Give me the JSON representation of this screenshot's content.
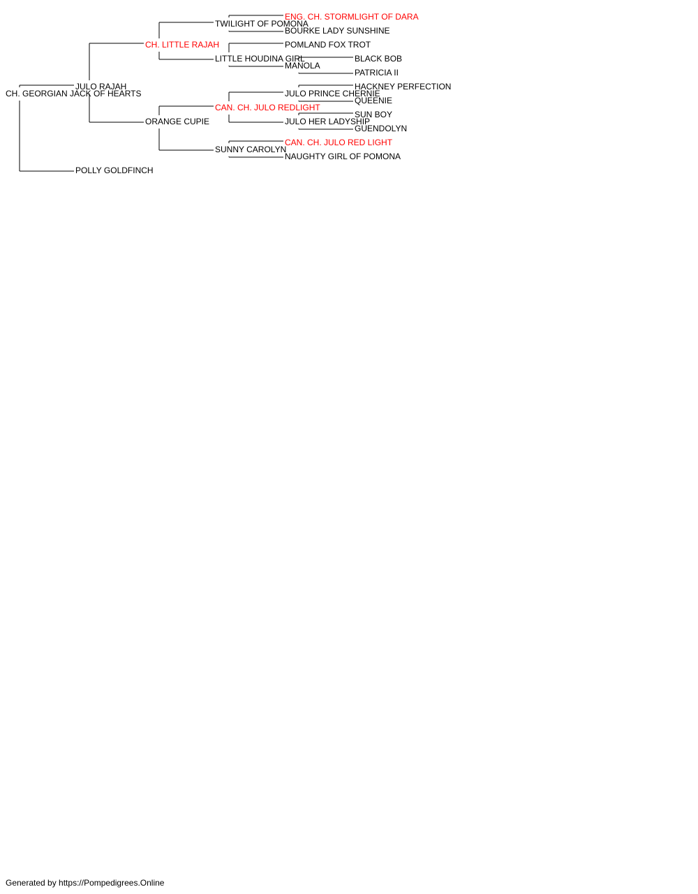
{
  "colors": {
    "champion": "#ff0000",
    "normal": "#000000",
    "line": "#000000"
  },
  "pedigree": {
    "name": "CH. GEORGIAN JACK OF HEARTS",
    "champion": false,
    "sire": {
      "name": "JULO RAJAH",
      "champion": false,
      "sire": {
        "name": "CH. LITTLE RAJAH",
        "champion": true,
        "sire": {
          "name": "TWILIGHT OF POMONA",
          "champion": false,
          "sire": {
            "name": "ENG. CH. STORMLIGHT OF DARA",
            "champion": true
          },
          "dam": {
            "name": "BOURKE LADY SUNSHINE",
            "champion": false
          }
        },
        "dam": {
          "name": "LITTLE HOUDINA GIRL",
          "champion": false,
          "sire": {
            "name": "POMLAND FOX TROT",
            "champion": false
          },
          "dam": {
            "name": "MANOLA",
            "champion": false,
            "sire": {
              "name": "BLACK BOB",
              "champion": false
            },
            "dam": {
              "name": "PATRICIA II",
              "champion": false
            }
          }
        }
      },
      "dam": {
        "name": "ORANGE CUPIE",
        "champion": false,
        "sire": {
          "name": "CAN. CH. JULO REDLIGHT",
          "champion": true,
          "sire": {
            "name": "JULO PRINCE CHERNIE",
            "champion": false,
            "sire": {
              "name": "HACKNEY PERFECTION",
              "champion": false
            },
            "dam": {
              "name": "QUEENIE",
              "champion": false
            }
          },
          "dam": {
            "name": "JULO HER LADYSHIP",
            "champion": false,
            "sire": {
              "name": "SUN BOY",
              "champion": false
            },
            "dam": {
              "name": "GUENDOLYN",
              "champion": false
            }
          }
        },
        "dam": {
          "name": "SUNNY CAROLYN",
          "champion": false,
          "sire": {
            "name": "CAN. CH. JULO RED LIGHT",
            "champion": true
          },
          "dam": {
            "name": "NAUGHTY GIRL OF POMONA",
            "champion": false
          }
        }
      }
    },
    "dam": {
      "name": "POLLY GOLDFINCH",
      "champion": false
    }
  },
  "footer": {
    "text": "Generated by https://Pompedigrees.Online"
  }
}
